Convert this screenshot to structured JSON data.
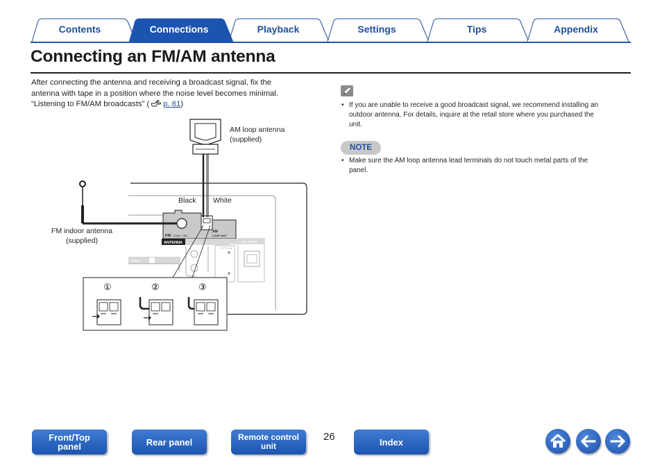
{
  "tabs": [
    {
      "label": "Contents",
      "active": false
    },
    {
      "label": "Connections",
      "active": true
    },
    {
      "label": "Playback",
      "active": false
    },
    {
      "label": "Settings",
      "active": false
    },
    {
      "label": "Tips",
      "active": false
    },
    {
      "label": "Appendix",
      "active": false
    }
  ],
  "page": {
    "title": "Connecting an FM/AM antenna",
    "intro_line1": "After connecting the antenna and receiving a broadcast signal, fix the",
    "intro_line2": "antenna with tape in a position where the noise level becomes minimal.",
    "intro_line3_prefix": "“Listening to FM/AM broadcasts” (",
    "intro_line3_link": "p. 61",
    "intro_line3_suffix": ")"
  },
  "diagram": {
    "am_label_1": "AM loop antenna",
    "am_label_2": "(supplied)",
    "fm_label_1": "FM indoor antenna",
    "fm_label_2": "(supplied)",
    "black": "Black",
    "white": "White",
    "step1": "①",
    "step2": "②",
    "step3": "③",
    "panel_antenna": "ANTENNA",
    "panel_fm": "FM",
    "panel_fm_sub": "COAX. 75Ω",
    "panel_am": "AM",
    "panel_am_sub": "LOOP ANT",
    "panel_optical": "OPTICAL",
    "panel_network": "NETWORK",
    "panel_speakers": "KERS"
  },
  "tip": {
    "text_1": "If you are unable to receive a good broadcast signal, we recommend installing an",
    "text_2": "outdoor antenna. For details, inquire at the retail store where you purchased the",
    "text_3": "unit."
  },
  "note": {
    "badge": "NOTE",
    "text_1": "Make sure the AM loop antenna lead terminals do not touch metal parts of the",
    "text_2": "panel."
  },
  "footer": {
    "front_top_1": "Front/Top",
    "front_top_2": "panel",
    "rear_panel": "Rear panel",
    "remote_1": "Remote control",
    "remote_2": "unit",
    "page_number": "26",
    "index": "Index"
  },
  "colors": {
    "accent": "#1f4e9b",
    "tab_active": "#1d54b0",
    "text": "#231f20"
  },
  "icons": [
    "pencil-icon",
    "home-icon",
    "back-arrow-icon",
    "forward-arrow-icon"
  ]
}
